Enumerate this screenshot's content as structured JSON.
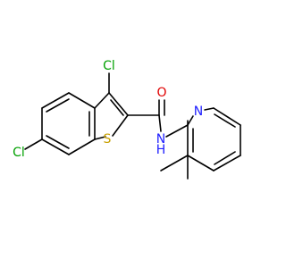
{
  "molecule": {
    "colors": {
      "bond": "#000000",
      "chlorine": "#00a000",
      "oxygen": "#e00000",
      "nitrogen": "#2020ff",
      "sulfur": "#c8a000"
    },
    "labels": {
      "cl_3": "Cl",
      "cl_6": "Cl",
      "oxygen": "O",
      "sulfur": "S",
      "amide_n": "N",
      "amide_h": "H",
      "pyridine_n": "N"
    }
  }
}
